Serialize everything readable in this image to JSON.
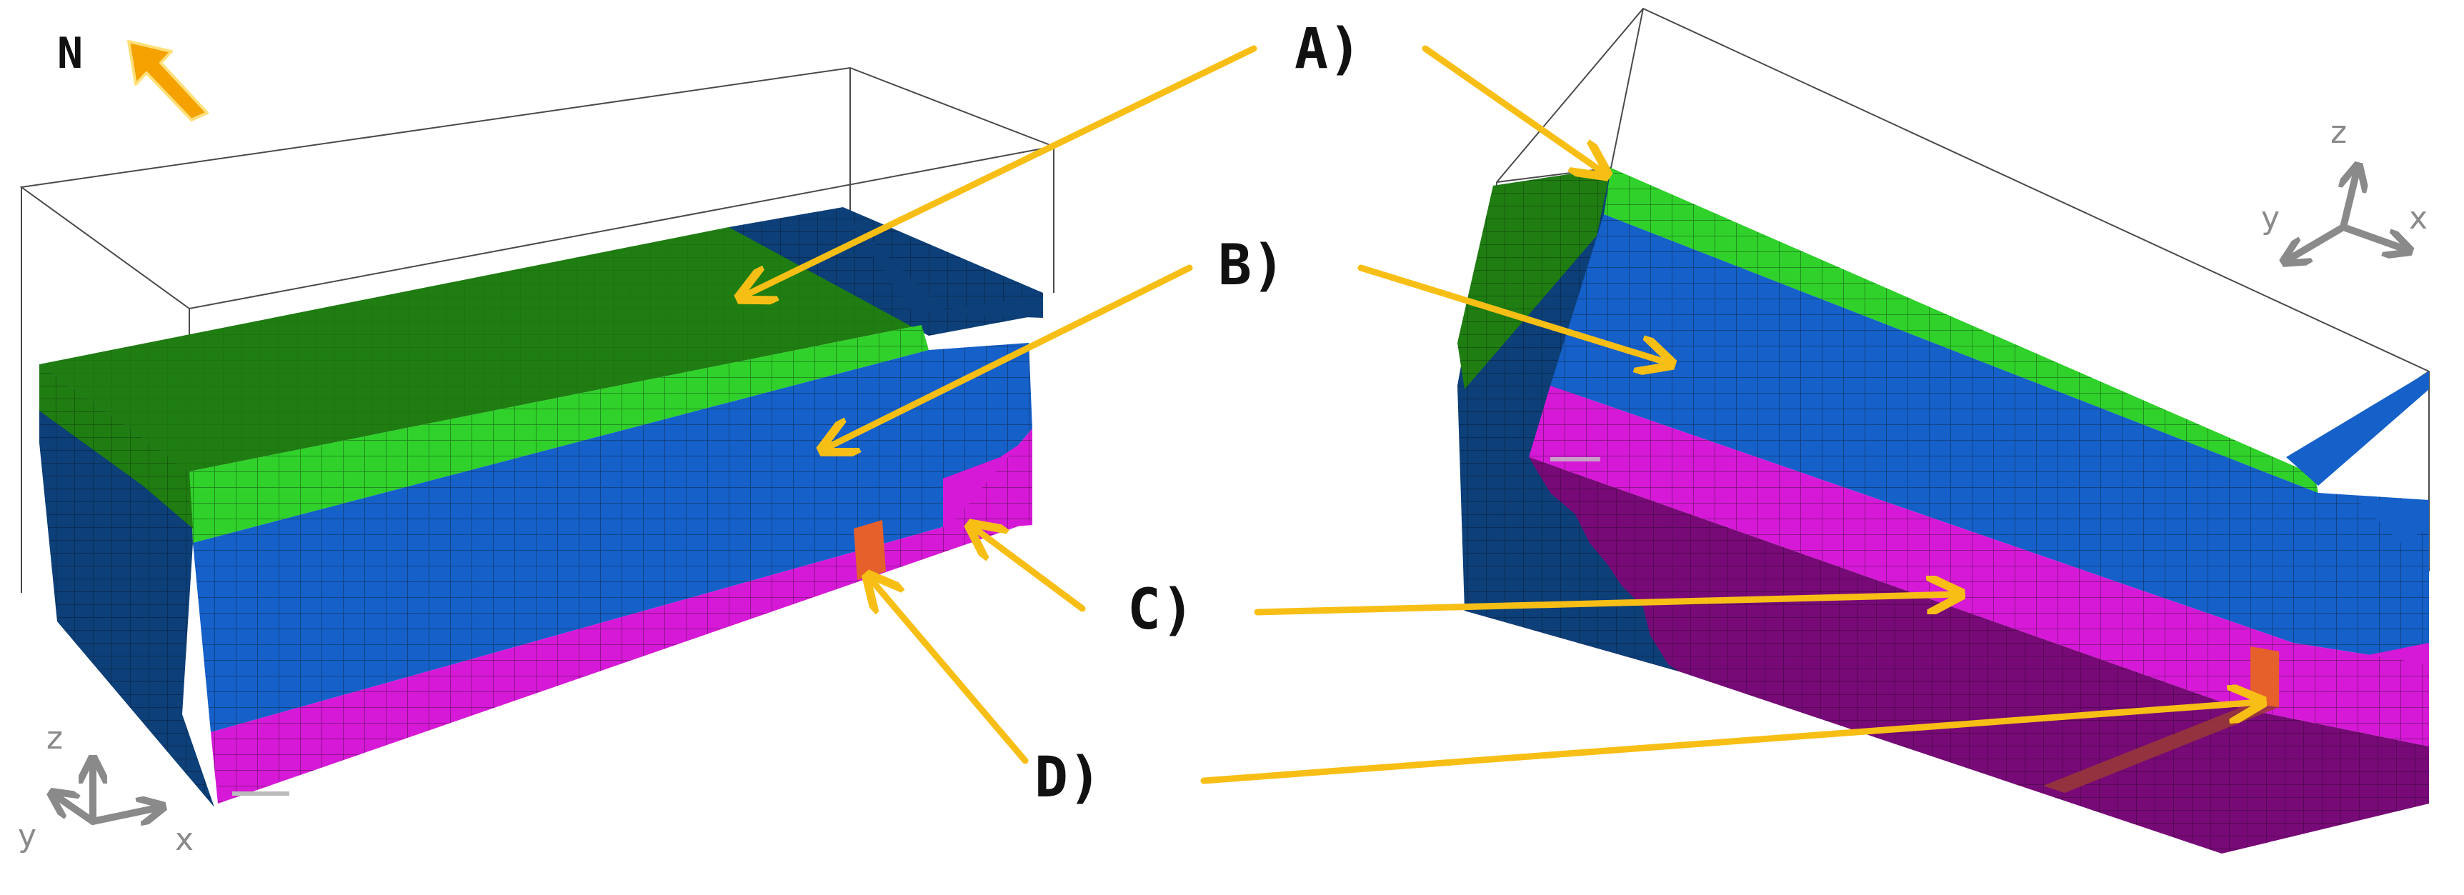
{
  "north_label": "N",
  "labels": {
    "a": "A)",
    "b": "B)",
    "c": "C)",
    "d": "D)"
  },
  "axes_left": {
    "z": "z",
    "y": "y",
    "x": "x"
  },
  "axes_right": {
    "z": "z",
    "y": "y",
    "x": "x"
  },
  "colors": {
    "layer_a_green": "#1f7d12",
    "layer_a_bright_green": "#2fd12a",
    "layer_b_blue": "#1560c9",
    "layer_b_dark_blue": "#0d3f78",
    "layer_c_magenta": "#d619d6",
    "layer_c_dark_purple": "#770a77",
    "feature_d_orange": "#e5602a",
    "arrow_yellow": "#f7bf16",
    "north_arrow_orange": "#f5a200",
    "axis_gray": "#8a8a8a"
  }
}
